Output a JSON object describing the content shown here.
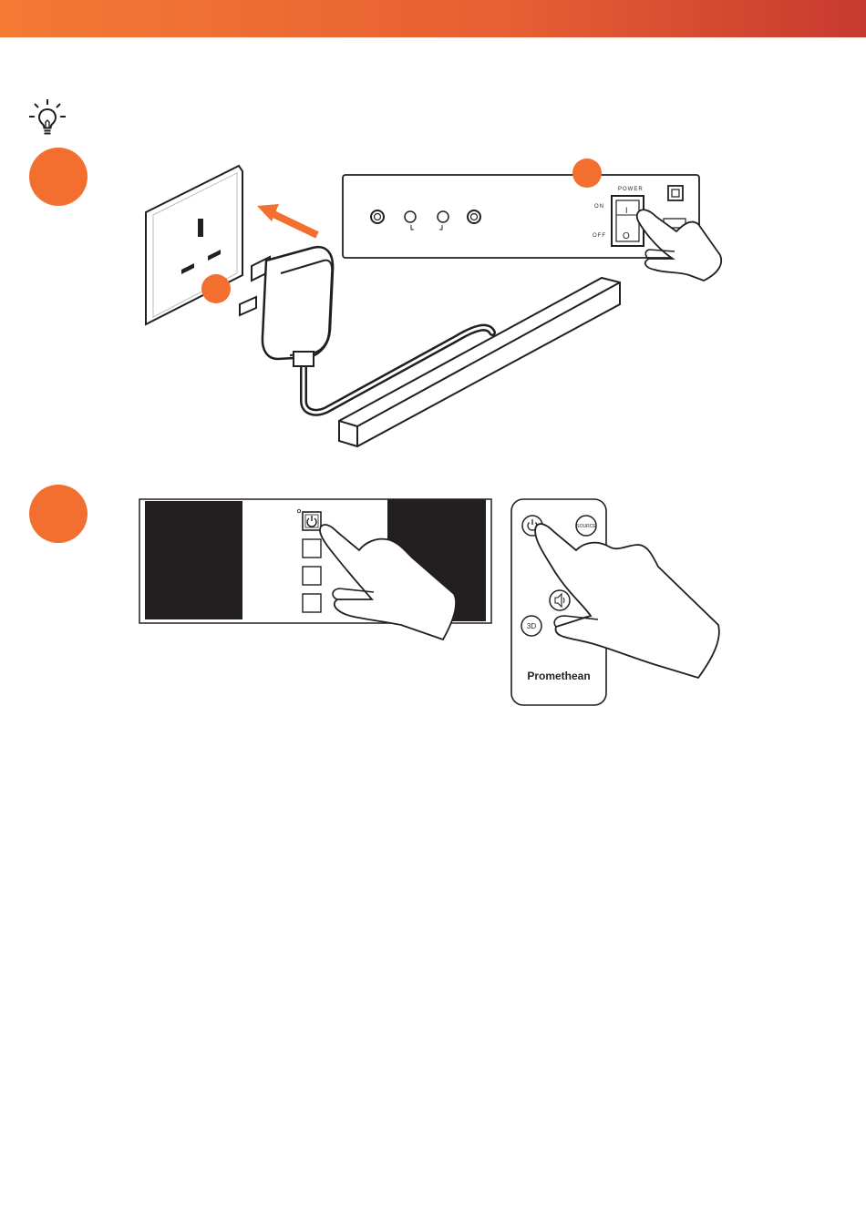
{
  "header": {
    "accent_color": "#e75e33"
  },
  "tip_icon": "lightbulb-icon",
  "steps": [
    {
      "badge_color": "#f26f2f"
    },
    {
      "badge_color": "#f26f2f"
    }
  ],
  "amplifier_panel": {
    "power_label": "POWER",
    "on_label": "ON",
    "off_label": "OFF",
    "switch_on_symbol": "I",
    "switch_off_symbol": "O"
  },
  "remote": {
    "source_label": "SOURCE",
    "mode_3d_label": "3D",
    "brand": "Promethean"
  },
  "colors": {
    "accent": "#f26f2f",
    "panel_dark": "#231f20",
    "line": "#231f20"
  }
}
